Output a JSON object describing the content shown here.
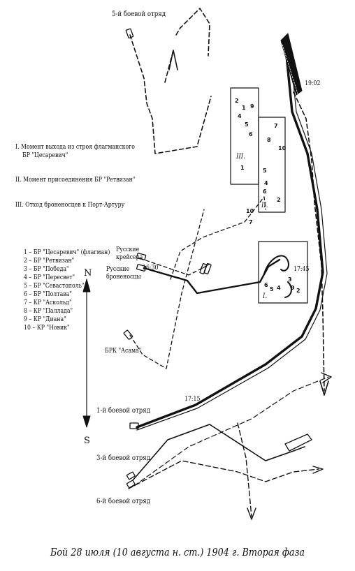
{
  "detachments": {
    "d5": "5-й боевой отряд",
    "d1": "1-й боевой отряд",
    "d3": "3-й боевой отряд",
    "d6": "6-й боевой отряд"
  },
  "phases": {
    "p1": "I.  Момент выхода из строя флагманского",
    "p1b": "БР \"Цесаревич\"",
    "p2": "II.  Момент присоединения БР \"Ретвизан\"",
    "p3": "III.  Отход броненосцев к Порт-Артуру"
  },
  "legend": [
    "1 – БР \"Цесаревич\" (флагман)",
    "2 – БР \"Ретвизан\"",
    "3 – БР \"Победа\"",
    "4 – БР \"Пересвет\"",
    "5 – БР \"Севастополь\"",
    "6 – БР \"Полтава\"",
    "7 – КР \"Аскольд\"",
    "8 – КР \"Паллада\"",
    "9 – КР \"Диана\"",
    "10 – КР \"Новик\""
  ],
  "groups": {
    "cruisers_1": "Русские",
    "cruisers_2": "крейсера",
    "battleships_1": "Русские",
    "battleships_2": "броненосцы",
    "asama": "БРК \"Асама\""
  },
  "times": {
    "t1": "19:02",
    "t2": "16:30",
    "t3": "17:45",
    "t4": "17:15"
  },
  "box_labels": {
    "b3": "III.",
    "b2": "II.",
    "b1": "I."
  },
  "compass": {
    "north": "N",
    "south": "S"
  },
  "caption": "Бой 28 июля (10 августа н. ст.) 1904 г.  Вторая фаза"
}
